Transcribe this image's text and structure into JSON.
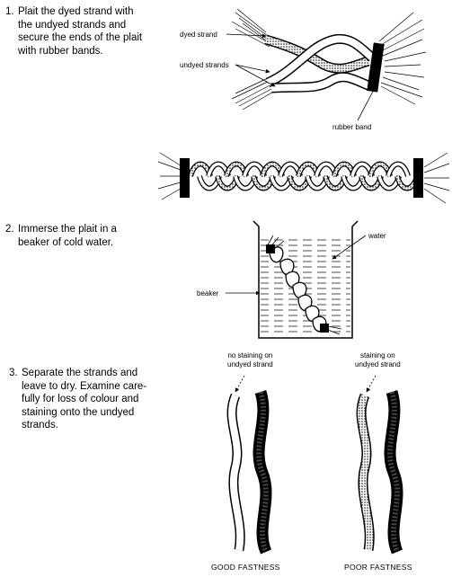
{
  "steps": [
    {
      "number": "1.",
      "text": "Plait the dyed strand with\nthe undyed strands and\nsecure the ends of the plait\nwith rubber bands."
    },
    {
      "number": "2.",
      "text": "Immerse the plait in a\nbeaker of cold water."
    },
    {
      "number": "3.",
      "text": "Separate the strands and\nleave to dry.  Examine care-\nfully for loss of colour and\nstaining onto the undyed\nstrands."
    }
  ],
  "labels": {
    "dyed_strand": "dyed strand",
    "undyed_strands": "undyed strands",
    "rubber_band": "rubber band",
    "water": "water",
    "beaker": "beaker",
    "no_staining": "no staining on\nundyed strand",
    "staining": "staining on\nundyed strand"
  },
  "captions": {
    "good": "GOOD FASTNESS",
    "poor": "POOR FASTNESS"
  }
}
